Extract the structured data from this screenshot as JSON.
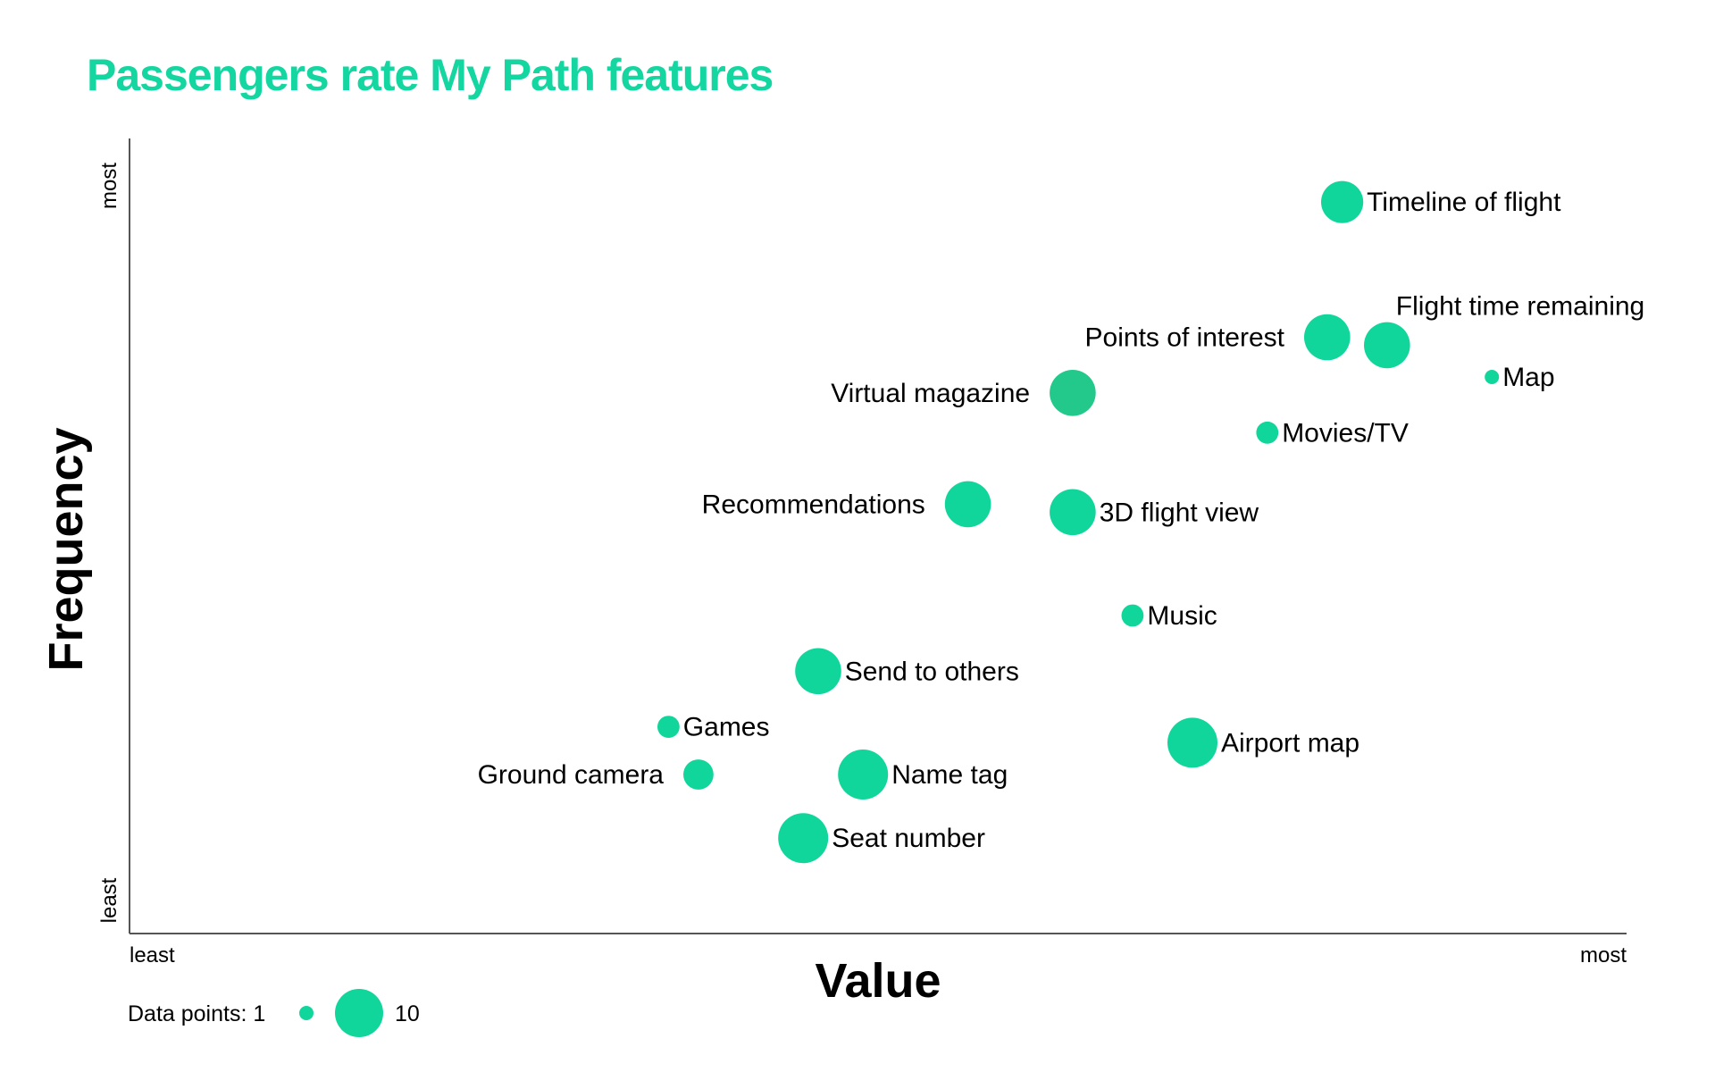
{
  "chart_data": {
    "type": "scatter",
    "title": "Passengers rate My Path features",
    "xlabel": "Value",
    "ylabel": "Frequency",
    "xlim": [
      0,
      100
    ],
    "ylim": [
      0,
      100
    ],
    "x_ticks": {
      "min_label": "least",
      "max_label": "most"
    },
    "y_ticks": {
      "min_label": "least",
      "max_label": "most"
    },
    "size_legend": {
      "label": "Data points:",
      "min": 1,
      "max": 10
    },
    "grid": false,
    "points": [
      {
        "label": "Timeline of flight",
        "x": 81,
        "y": 92,
        "size": 8
      },
      {
        "label": "Flight time remaining",
        "x": 84,
        "y": 74,
        "size": 9
      },
      {
        "label": "Points of interest",
        "x": 80,
        "y": 75,
        "size": 9
      },
      {
        "label": "Map",
        "x": 91,
        "y": 70,
        "size": 1
      },
      {
        "label": "Virtual magazine",
        "x": 63,
        "y": 68,
        "size": 9
      },
      {
        "label": "Movies/TV",
        "x": 76,
        "y": 63,
        "size": 3
      },
      {
        "label": "Recommendations",
        "x": 56,
        "y": 54,
        "size": 9
      },
      {
        "label": "3D flight view",
        "x": 63,
        "y": 53,
        "size": 9
      },
      {
        "label": "Music",
        "x": 67,
        "y": 40,
        "size": 3
      },
      {
        "label": "Send to others",
        "x": 46,
        "y": 33,
        "size": 9
      },
      {
        "label": "Games",
        "x": 36,
        "y": 26,
        "size": 3
      },
      {
        "label": "Airport map",
        "x": 71,
        "y": 24,
        "size": 10
      },
      {
        "label": "Ground camera",
        "x": 38,
        "y": 20,
        "size": 5
      },
      {
        "label": "Name tag",
        "x": 49,
        "y": 20,
        "size": 10
      },
      {
        "label": "Seat number",
        "x": 45,
        "y": 12,
        "size": 10
      }
    ]
  },
  "colors": {
    "title": "#14d6a0",
    "bubble": "#11d69b",
    "bubble_highlight": "#22c98a",
    "axis": "#555555",
    "text": "#000000"
  }
}
